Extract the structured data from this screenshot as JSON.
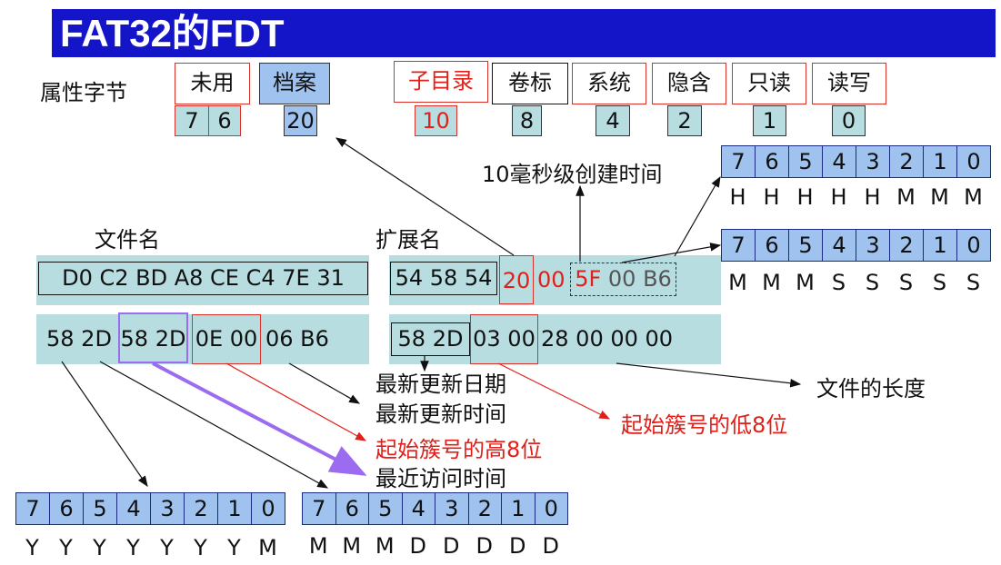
{
  "title": "FAT32的FDT",
  "attr": {
    "row_label": "属性字节",
    "fields": [
      {
        "name": "未用",
        "values": [
          "7",
          "6"
        ],
        "style": "red"
      },
      {
        "name": "档案",
        "values": [
          "20"
        ],
        "style": "blue"
      },
      {
        "name": "子目录",
        "values": [
          "10"
        ],
        "style": "red-text"
      },
      {
        "name": "卷标",
        "values": [
          "8"
        ],
        "style": "plain"
      },
      {
        "name": "系统",
        "values": [
          "4"
        ],
        "style": "red"
      },
      {
        "name": "隐含",
        "values": [
          "2"
        ],
        "style": "red"
      },
      {
        "name": "只读",
        "values": [
          "1"
        ],
        "style": "red"
      },
      {
        "name": "读写",
        "values": [
          "0"
        ],
        "style": "red"
      }
    ]
  },
  "labels": {
    "ms_create_time": "10毫秒级创建时间",
    "filename": "文件名",
    "extension": "扩展名",
    "latest_update_date": "最新更新日期",
    "latest_update_time": "最新更新时间",
    "start_cluster_high": "起始簇号的高8位",
    "last_access_time": "最近访问时间",
    "start_cluster_low": "起始簇号的低8位",
    "file_length": "文件的长度"
  },
  "hex": {
    "filename": "D0 C2 BD A8 CE C4 7E 31",
    "ext": {
      "a": "54 58 54",
      "attr": "20",
      "reserved": "00",
      "ms": "5F",
      "b": "00 B6"
    },
    "row2_left": {
      "a": "58 2D",
      "access": "58 2D",
      "high": "0E 00",
      "b": "06 B6"
    },
    "row2_right": {
      "a": "58 2D",
      "low": "03 00",
      "length": "28 00 00 00"
    }
  },
  "bit_tables": {
    "indices": [
      "7",
      "6",
      "5",
      "4",
      "3",
      "2",
      "1",
      "0"
    ],
    "create_time_high_labels": [
      "H",
      "H",
      "H",
      "H",
      "H",
      "M",
      "M",
      "M"
    ],
    "create_time_low_labels": [
      "M",
      "M",
      "M",
      "S",
      "S",
      "S",
      "S",
      "S"
    ],
    "date_high_labels": [
      "Y",
      "Y",
      "Y",
      "Y",
      "Y",
      "Y",
      "Y",
      "M"
    ],
    "date_low_labels": [
      "M",
      "M",
      "M",
      "D",
      "D",
      "D",
      "D",
      "D"
    ]
  },
  "colors": {
    "title_bar": "#1414c8",
    "band": "#b7dde0",
    "bit_cell": "#9fc3ee",
    "red": "#e0201a",
    "purple": "#9b6cf0"
  }
}
